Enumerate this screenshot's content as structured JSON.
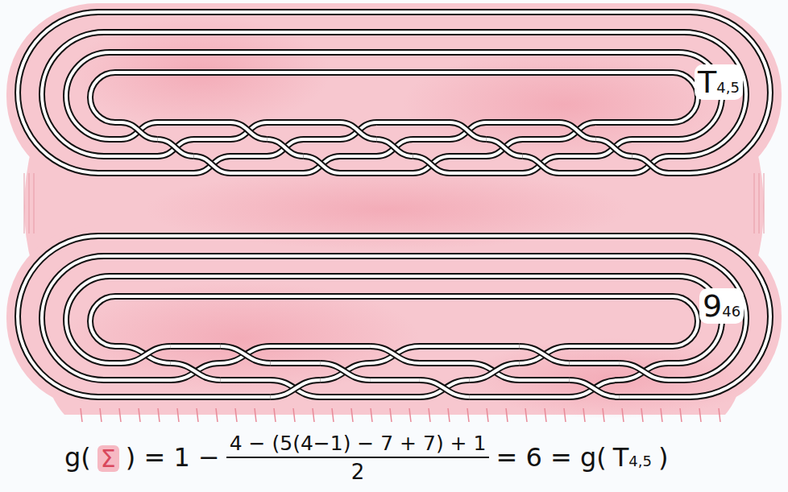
{
  "diagram": {
    "labels": [
      "T",
      "4,5",
      "9",
      "46",
      "g(",
      "Σ",
      ") = 1 −",
      "4 − (5(4−1) − 7 + 7) + 1",
      "2",
      "= 6 = g(",
      "T",
      "4,5",
      ")"
    ]
  }
}
